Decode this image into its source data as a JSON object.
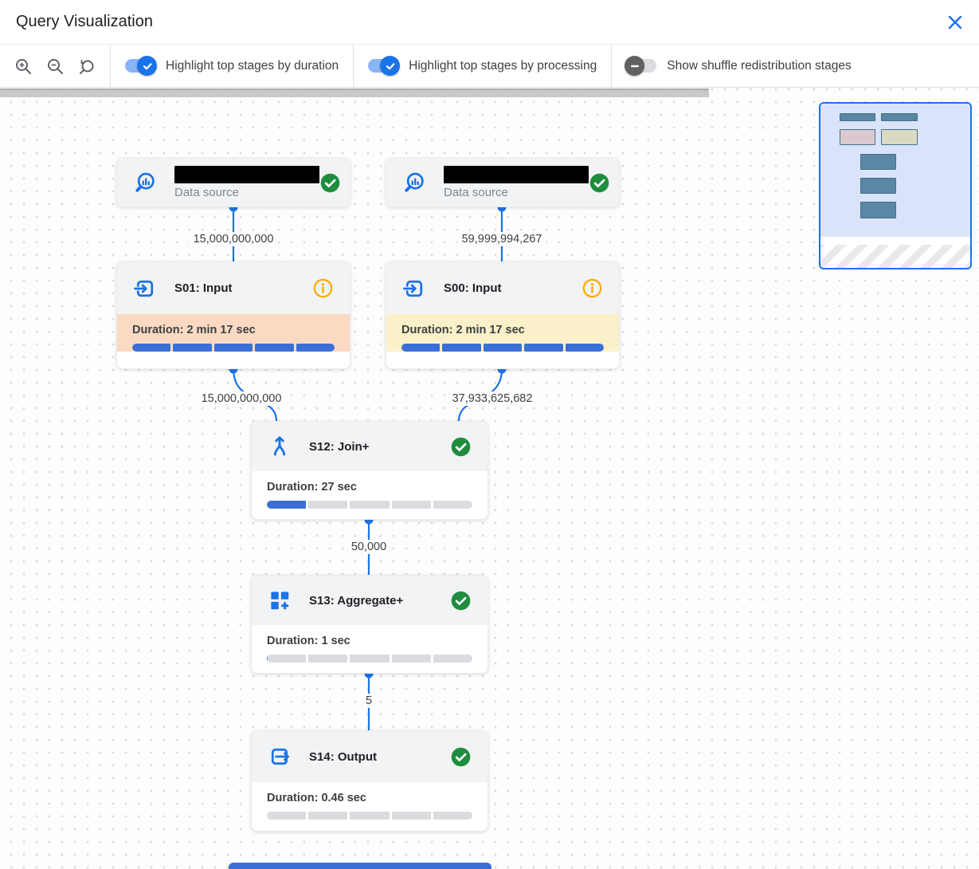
{
  "header": {
    "title": "Query Visualization"
  },
  "toolbar": {
    "zoom_buttons": [
      "zoom-in",
      "zoom-out",
      "zoom-reset"
    ],
    "toggles": [
      {
        "label": "Highlight top stages by duration",
        "on": true
      },
      {
        "label": "Highlight top stages by processing",
        "on": true
      },
      {
        "label": "Show shuffle redistribution stages",
        "on": false
      }
    ]
  },
  "graph": {
    "sources": [
      {
        "subtitle": "Data source",
        "status": "completed",
        "name_redacted": true
      },
      {
        "subtitle": "Data source",
        "status": "completed",
        "name_redacted": true
      }
    ],
    "stages": [
      {
        "title": "S01: Input",
        "duration": "Duration: 2 min 17 sec",
        "badge": "info",
        "highlight": "#fbd9c2",
        "segments": [
          100,
          100,
          100,
          100,
          100
        ]
      },
      {
        "title": "S00: Input",
        "duration": "Duration: 2 min 17 sec",
        "badge": "info",
        "highlight": "#faf0c9",
        "segments": [
          100,
          100,
          100,
          100,
          100
        ]
      },
      {
        "title": "S12: Join+",
        "duration": "Duration: 27 sec",
        "badge": "check",
        "highlight": "",
        "segments": [
          100,
          0,
          0,
          0,
          0
        ]
      },
      {
        "title": "S13: Aggregate+",
        "duration": "Duration: 1 sec",
        "badge": "check",
        "highlight": "",
        "segments": [
          3,
          0,
          0,
          0,
          0
        ]
      },
      {
        "title": "S14: Output",
        "duration": "Duration: 0.46 sec",
        "badge": "check",
        "highlight": "",
        "segments": [
          0,
          0,
          0,
          0,
          0
        ]
      }
    ],
    "edge_labels": [
      "15,000,000,000",
      "59,999,994,267",
      "15,000,000,000",
      "37,933,625,682",
      "50,000",
      "5"
    ]
  },
  "colors": {
    "accent_blue": "#1a73e8",
    "progress_blue": "#3b6fd6",
    "progress_track": "#dadce0",
    "duration_highlight": "#fbd9c2",
    "processing_highlight": "#faf0c9",
    "success_green": "#1e8e3e",
    "info_orange": "#f9ab00"
  }
}
